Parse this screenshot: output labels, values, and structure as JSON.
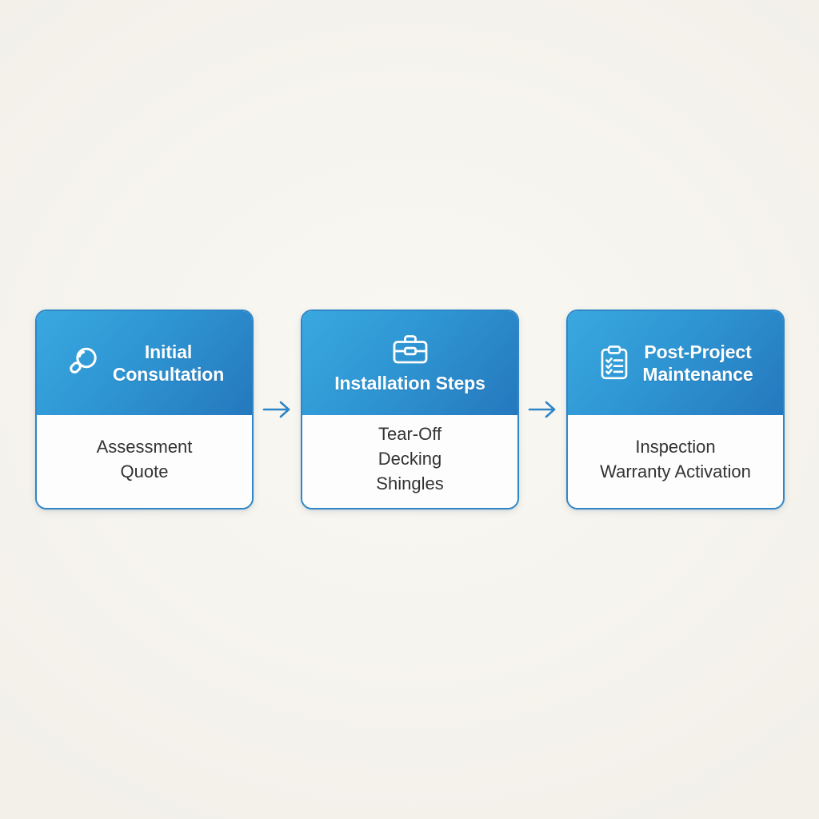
{
  "background": {
    "color": "#f4f2ec"
  },
  "theme": {
    "accent": "#2e86c8",
    "gradient_from": "#3aa8e0",
    "gradient_to": "#2578bd",
    "header_text_color": "#ffffff",
    "body_text_color": "#333333",
    "arrow_color": "#2e86c8",
    "card_background": "#ffffff"
  },
  "diagram": {
    "type": "process-flow",
    "direction": "left-to-right",
    "steps": [
      {
        "id": "initial-consultation",
        "icon": "magnifier-icon",
        "icon_label": "magnifier",
        "title": "Initial\nConsultation",
        "title_lines": [
          "Initial",
          "Consultation"
        ],
        "layout": "icon-left",
        "items": [
          "Assessment",
          "Quote"
        ]
      },
      {
        "id": "installation-steps",
        "icon": "toolbox-icon",
        "icon_label": "toolbox",
        "title": "Installation Steps",
        "title_lines": [
          "Installation Steps"
        ],
        "layout": "icon-top",
        "items": [
          "Tear-Off",
          "Decking",
          "Shingles"
        ]
      },
      {
        "id": "post-project-maintenance",
        "icon": "clipboard-checklist-icon",
        "icon_label": "clipboard checklist",
        "title": "Post-Project\nMaintenance",
        "title_lines": [
          "Post-Project",
          "Maintenance"
        ],
        "layout": "icon-left",
        "items": [
          "Inspection",
          "Warranty Activation"
        ]
      }
    ],
    "connectors": [
      {
        "id": "connector-1",
        "icon": "arrow-right-icon",
        "from": "initial-consultation",
        "to": "installation-steps"
      },
      {
        "id": "connector-2",
        "icon": "arrow-right-icon",
        "from": "installation-steps",
        "to": "post-project-maintenance"
      }
    ]
  }
}
